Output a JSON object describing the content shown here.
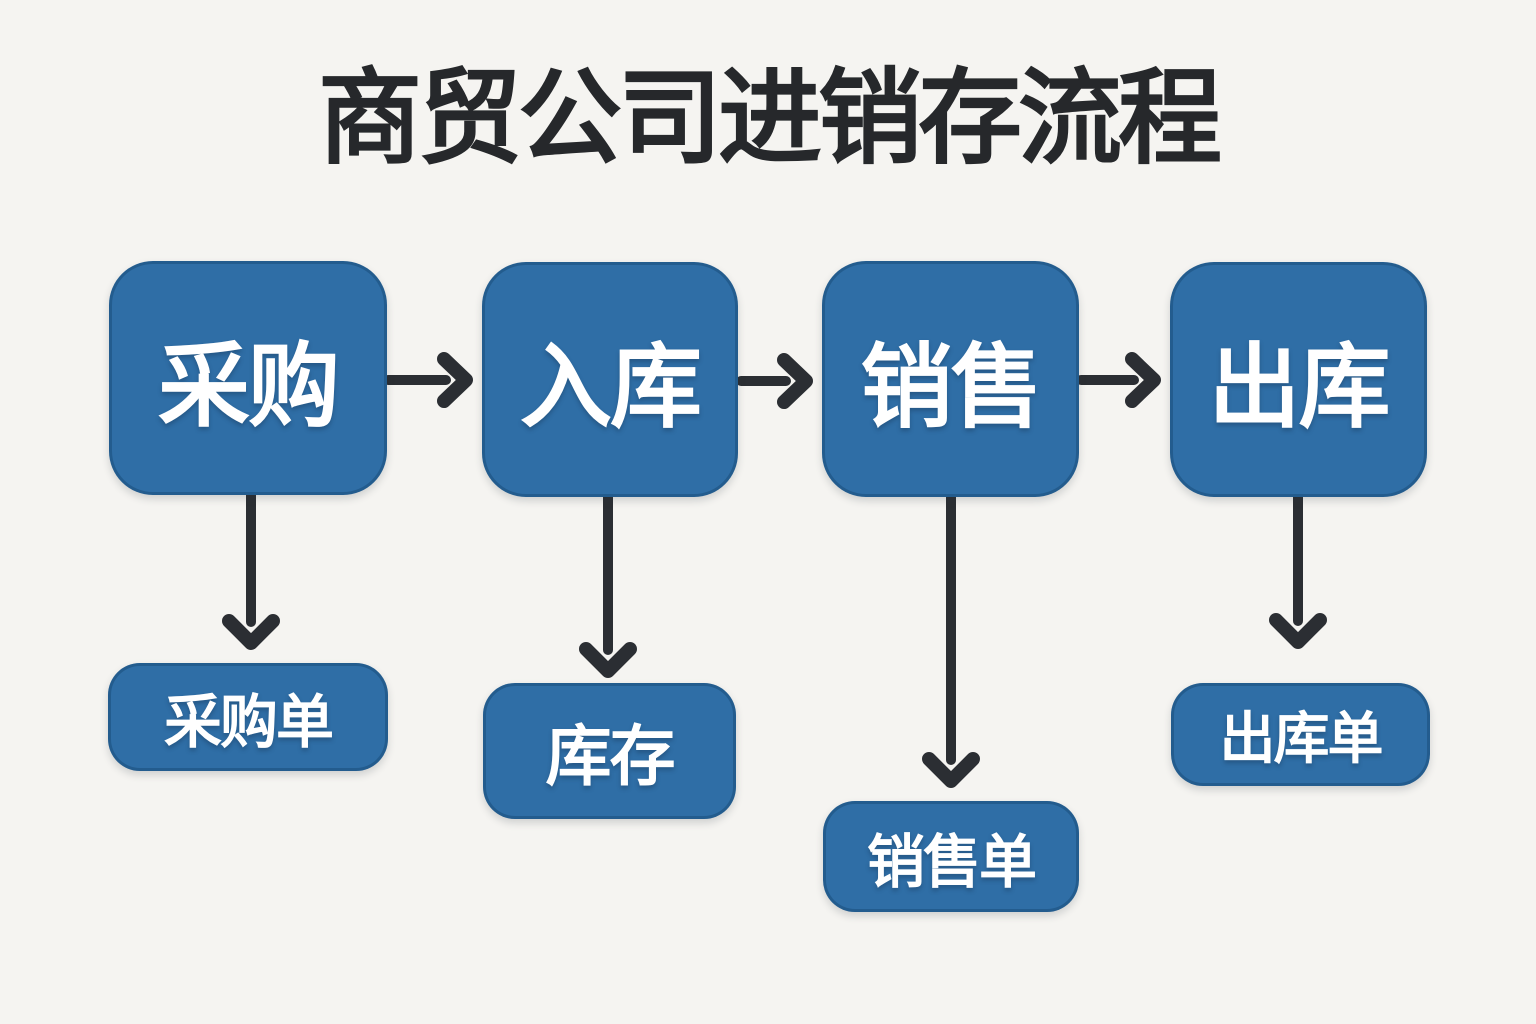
{
  "title": "商贸公司进销存流程",
  "flow": {
    "main_steps": [
      {
        "id": "purchase",
        "label": "采购"
      },
      {
        "id": "inbound",
        "label": "入库"
      },
      {
        "id": "sales",
        "label": "销售"
      },
      {
        "id": "outbound",
        "label": "出库"
      }
    ],
    "documents": [
      {
        "id": "purchase-order",
        "label": "采购单",
        "parent": "采购"
      },
      {
        "id": "inventory",
        "label": "库存",
        "parent": "入库"
      },
      {
        "id": "sales-order",
        "label": "销售单",
        "parent": "销售"
      },
      {
        "id": "outbound-order",
        "label": "出库单",
        "parent": "出库"
      }
    ],
    "connections": [
      {
        "from": "采购",
        "to": "入库",
        "direction": "right"
      },
      {
        "from": "入库",
        "to": "销售",
        "direction": "right"
      },
      {
        "from": "销售",
        "to": "出库",
        "direction": "right"
      },
      {
        "from": "采购",
        "to": "采购单",
        "direction": "down"
      },
      {
        "from": "入库",
        "to": "库存",
        "direction": "down"
      },
      {
        "from": "销售",
        "to": "销售单",
        "direction": "down"
      },
      {
        "from": "出库",
        "to": "出库单",
        "direction": "down"
      }
    ]
  },
  "colors": {
    "background": "#f5f4f1",
    "node_blue": "#2f6ea6",
    "node_border": "#1f527e",
    "node_text": "#ffffff",
    "arrow": "#2b2e33",
    "title_text": "#26282b"
  }
}
